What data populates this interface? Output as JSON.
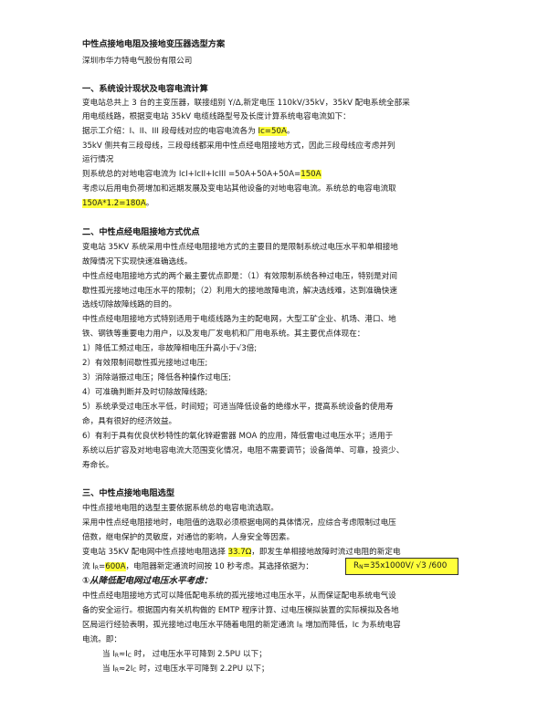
{
  "doc": {
    "title": "中性点接地电阻及接地变压器选型方案",
    "company": "深圳市华力特电气股份有限公司",
    "s1": {
      "heading": "一、系统设计现状及电容电流计算",
      "p1": "变电站总共上 3 台的主变压器，联接组别 Y/Δ,新定电压 110kV/35kV，35kV 配电系统全部采",
      "p2": "用电缆线路，根据变电站 35kV 电缆线路型号及长度计算系统电容电流如下：",
      "p3_pre": "据示工介绍：I、II、III 段母线对应的电容电流各为 ",
      "p3_hl": "Ic=50A",
      "p3_post": "。",
      "p4": "35kV 侧共有三段母线，三段母线都采用中性点经电阻接地方式，因此三段母线应考虑并列",
      "p5": "运行情况",
      "p6_pre": "则系统总的对地电容电流为 IcI+IcII+IcIII =50A+50A+50A=",
      "p6_hl": "150A",
      "p7": "考虑以后用电负荷增加和远期发展及变电站其他设备的对地电容电流。系统总的电容电流取",
      "p8_hl": "150A*1.2=180A",
      "p8_post": "。"
    },
    "s2": {
      "heading": "二、中性点经电阻接地方式优点",
      "p1": "变电站 35KV 系统采用中性点经电阻接地方式的主要目的是限制系统过电压水平和单相接地",
      "p2": "故障情况下实现快速准确选线。",
      "p3": "中性点经电阻接地方式的两个最主要优点即是：（1）有效限制系统各种过电压，特别是对间",
      "p4": "歇性孤光接地过电压水平的限制；（2）利用大的接地故障电流，解决选线难，达到准确快速",
      "p5": "选线切除故障线路的目的。",
      "p6": "中性点经电阻接地方式特别适用于电缆线路为主的配电网，大型工矿企业、机场、港口、地",
      "p7": "铁、钢铁等重要电力用户，以及发电厂发电机和厂用电系统。其主要优点体现在：",
      "l1_pre": "1）降低工频过电压，非故障相电压升高小于",
      "l1_sqrt": "√3",
      "l1_post": "倍;",
      "l2": "2）有效限制间歇性孤光接地过电压;",
      "l3": " 3）消除谐振过电压；降低各种操作过电压;",
      "l4": "4）可准确判断并及时切除故障线路;",
      "l5": "5）系统承受过电压水平低，时间短；可适当降低设备的绝缘水平，提高系统设备的使用寿",
      "l5b": "命，具有很好的经济效益。",
      "l6": "6）有利于具有优良伏秒特性的氧化锌避雷器 MOA 的应用，降低雷电过电压水平；适用于",
      "l6b": "系统以后扩容及对地电容电流大范围变化情况，电阻不需要调节；设备简单、可靠，投资少、",
      "l6c": "寿命长。"
    },
    "s3": {
      "heading": "三、中性点接地电阻选型",
      "p1": "中性点接地电阻的选型主要依据系统总的电容电流选取。",
      "p2": "采用中性点经电阻接地时，电阻值的选取必须根据电网的具体情况，应综合考虑限制过电压",
      "p3": "倍数，继电保护的灵敏度，对通信的影响，人身安全等因素。",
      "p4_pre": "变电站 35KV 配电网中性点接地电阻选择 ",
      "p4_hl": "33.7Ω",
      "p4_post": "，即发生单相接地故障时流过电阻的新定电",
      "p5_pre": "流 I",
      "p5_sub": "R",
      "p5_eq": "=",
      "p5_hl": "600A",
      "p5_post": "，电阻器新定通流时间按 10 秒考虑。其选择依据为：",
      "formula": "R",
      "formula_sub": "N",
      "formula_rest": "=35x1000V/ √3 /600",
      "subhead": "①从降低配电网过电压水平考虑：",
      "p6": "中性点经电阻接地方式可以降低配电系统的孤光接地过电压水平，从而保证配电系统电气设",
      "p7": "备的安全运行。根据国内有关机构做的 EMTP 程序计算、过电压模拟装置的实际模拟及各地",
      "p8_pre": "区局运行经验表明，孤光接地过电压水平随着电阻的新定通流 I",
      "p8_sub": "R",
      "p8_post": " 增加而降低，Ic 为系统电容",
      "p9": "电流。即：",
      "c1_pre": "当 I",
      "c1_sub": "R",
      "c1_mid": "≈I",
      "c1_sub2": "C",
      "c1_post": " 时，  过电压水平可降到 2.5PU 以下；",
      "c2_pre": "当 I",
      "c2_sub": "R",
      "c2_mid": "≈2I",
      "c2_sub2": "C",
      "c2_post": " 时，过电压水平可降到 2.2PU 以下；"
    }
  }
}
